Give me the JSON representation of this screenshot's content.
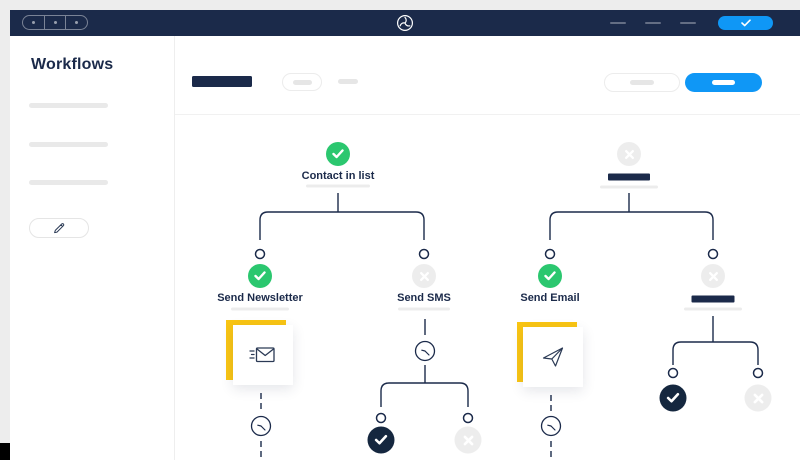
{
  "colors": {
    "navy": "#1b2a4a",
    "blue": "#0f97f6",
    "green": "#2bc76f",
    "yellow": "#f9c513",
    "skeleton_gray": "#e9e9e9",
    "inactive_gray": "#ededed",
    "canvas_white": "#ffffff"
  },
  "topbar": {
    "window_controls_icon": "window-dots-icon",
    "logo_icon": "swirl-logo-icon",
    "menu_placeholder_count": 3,
    "cta_icon": "check-icon"
  },
  "sidebar": {
    "title": "Workflows",
    "skeleton_item_count": 3,
    "edit_button_icon": "pencil-icon"
  },
  "main_header": {
    "title_is_placeholder_bar": true,
    "secondary_button_is_placeholder": true,
    "primary_button_color": "#0f97f6"
  },
  "workflow": {
    "tree_left": {
      "root": {
        "label": "Contact in list",
        "status": "completed"
      },
      "branches": [
        {
          "label": "Send Newsletter",
          "status": "completed",
          "card_icon": "email-send-icon",
          "then": "wait-clock-icon"
        },
        {
          "label": "Send SMS",
          "status": "inactive",
          "then": "wait-clock-icon",
          "outcomes": [
            {
              "status": "completed-dark"
            },
            {
              "status": "inactive"
            }
          ]
        }
      ]
    },
    "tree_right": {
      "root": {
        "label": "",
        "status": "inactive"
      },
      "branches": [
        {
          "label": "Send Email",
          "status": "completed",
          "card_icon": "paper-plane-icon",
          "then": "wait-clock-icon"
        },
        {
          "label": "",
          "status": "inactive",
          "outcomes": [
            {
              "status": "completed-dark"
            },
            {
              "status": "inactive"
            }
          ]
        }
      ]
    }
  }
}
